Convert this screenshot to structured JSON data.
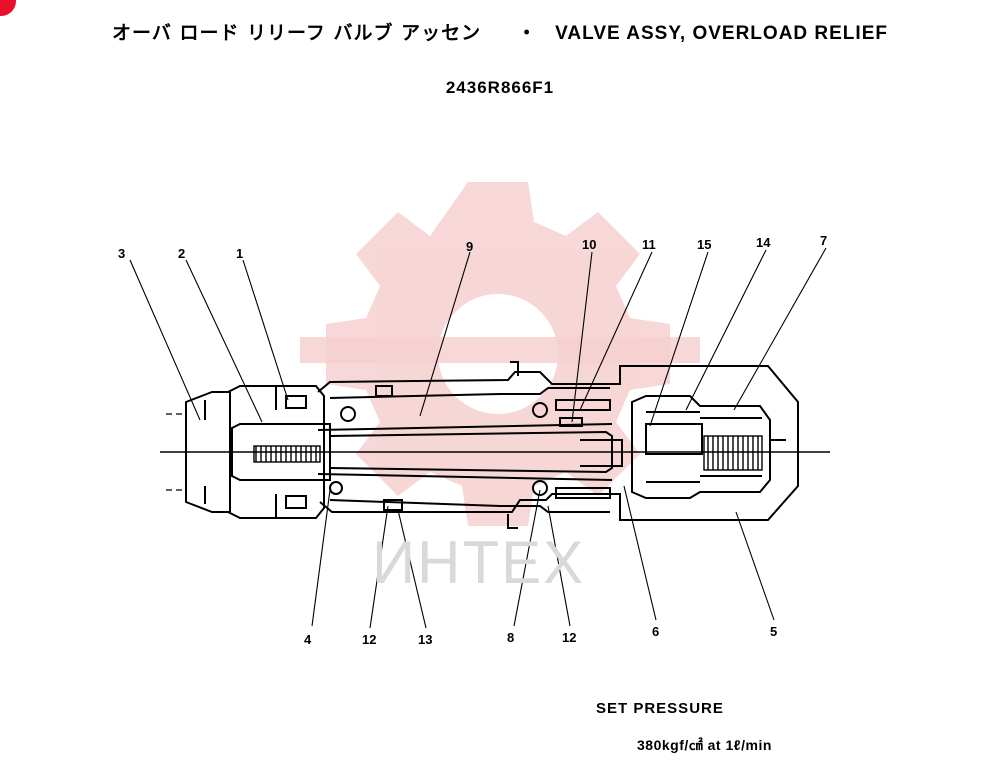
{
  "header": {
    "title_jp": "オーバ ロード リリーフ バルブ アッセン",
    "separator": "・",
    "title_en": "VALVE ASSY, OVERLOAD RELIEF",
    "part_number": "2436R866F1"
  },
  "watermark": {
    "text": "ИНТЕХ",
    "gear_color": "#f4c7c7"
  },
  "callouts": {
    "top": [
      "3",
      "2",
      "1",
      "9",
      "10",
      "11",
      "15",
      "14",
      "7"
    ],
    "bottom": [
      "4",
      "12",
      "13",
      "8",
      "12",
      "6",
      "5"
    ]
  },
  "footer": {
    "set_pressure_label": "SET PRESSURE",
    "set_pressure_value": "380kgf/㎠ at 1ℓ/min"
  },
  "colors": {
    "line": "#000000",
    "accent_dot": "#e8102a"
  }
}
